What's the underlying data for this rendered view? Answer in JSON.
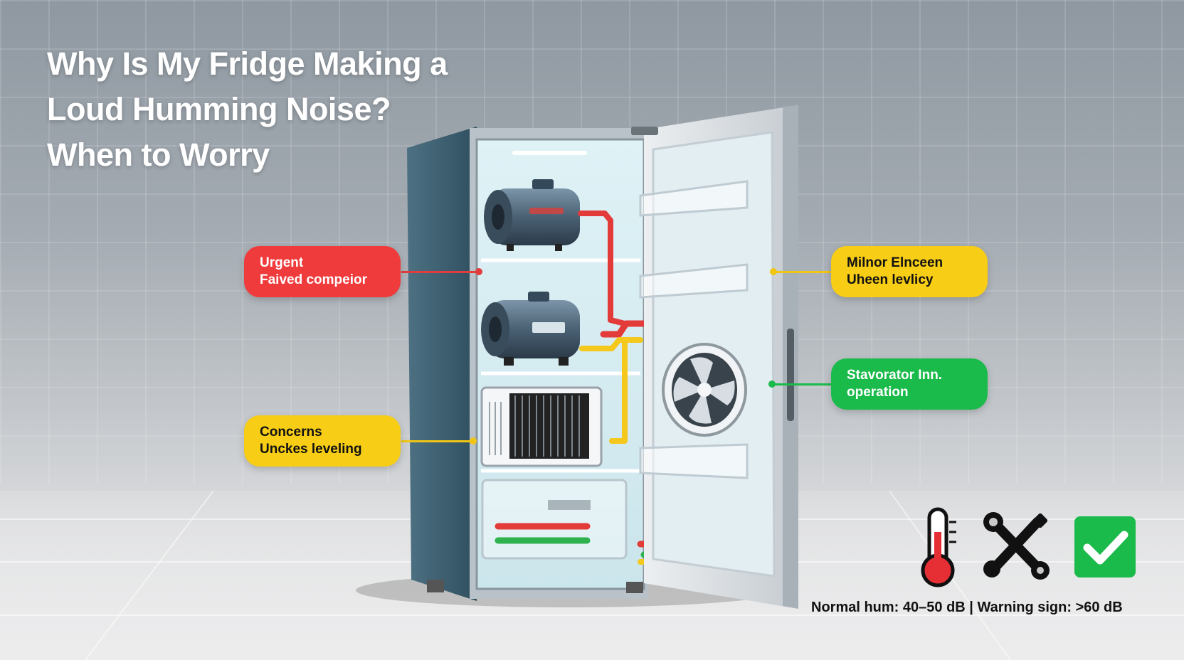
{
  "title": {
    "line1": "Why Is My Fridge Making a",
    "line2": "Loud Humming Noise?",
    "line3": "When to Worry"
  },
  "callouts": {
    "urgent": {
      "line1": "Urgent",
      "line2": "Faived compeior",
      "color": "#ef3b3c"
    },
    "concerns": {
      "line1": "Concerns",
      "line2": "Unckes leveling",
      "color": "#f7cd16"
    },
    "minor": {
      "line1": "Milnor Elnceen",
      "line2": "Uheen levlicy",
      "color": "#f7cd16"
    },
    "evaporator": {
      "line1": "Stavorator Inn.",
      "line2": "operation",
      "color": "#1aba4b"
    }
  },
  "icons": [
    "thermometer-icon",
    "wrench-screwdriver-icon",
    "checkmark-icon"
  ],
  "status_text": "Normal hum: 40–50 dB | Warning sign: >60 dB"
}
